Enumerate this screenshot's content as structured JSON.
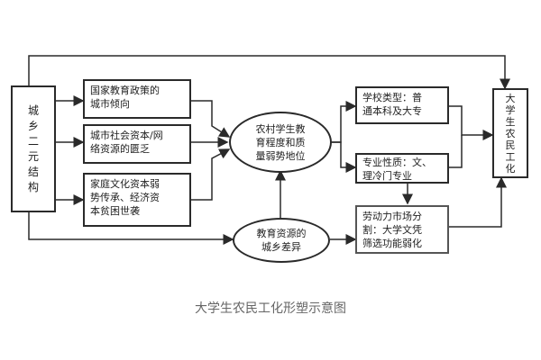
{
  "left_box": {
    "label": "城乡二元结构",
    "chars": [
      "城",
      "乡",
      "二",
      "元",
      "结",
      "构"
    ]
  },
  "factors": [
    {
      "line1": "国家教育政策的",
      "line2": "城市倾向",
      "line3": ""
    },
    {
      "line1": "城市社会资本/网",
      "line2": "络资源的匮乏",
      "line3": ""
    },
    {
      "line1": "家庭文化资本弱",
      "line2": "势传承、经济资",
      "line3": "本贫困世袭"
    }
  ],
  "center_top": {
    "line1": "农村学生教",
    "line2": "育程度和质",
    "line3": "量弱势地位"
  },
  "center_bottom": {
    "line1": "教育资源的",
    "line2": "城乡差异"
  },
  "school_type": {
    "line1": "学校类型：普",
    "line2": "通本科及大专"
  },
  "major_type": {
    "line1": "专业性质：文、",
    "line2": "理冷门专业"
  },
  "labor_market": {
    "line1": "劳动力市场分",
    "line2": "割：大学文凭",
    "line3": "筛选功能弱化"
  },
  "right_box": {
    "label": "大学生农民工化",
    "chars": [
      "大",
      "学",
      "生",
      "农",
      "民",
      "工",
      "化"
    ]
  },
  "caption": "大学生农民工化形塑示意图"
}
